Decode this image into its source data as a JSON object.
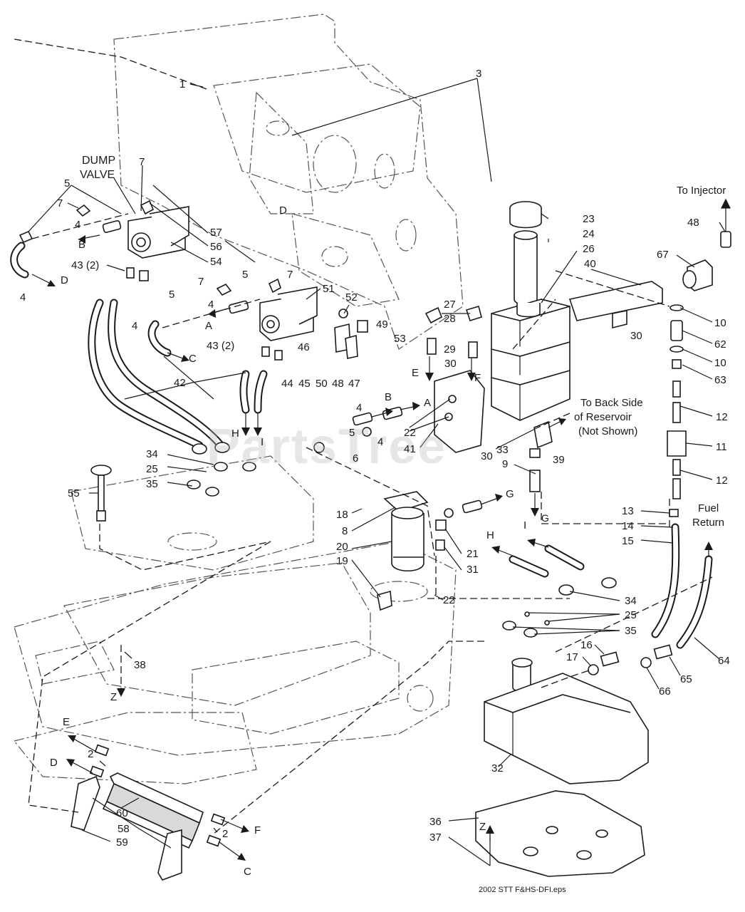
{
  "title_labels": {
    "dump_valve_line1": "DUMP",
    "dump_valve_line2": "VALVE",
    "to_injector": "To Injector",
    "back_side_line1": "To Back Side",
    "back_side_line2": "of Reservoir",
    "back_side_line3": "(Not Shown)",
    "fuel_return_line1": "Fuel",
    "fuel_return_line2": "Return"
  },
  "part_numbers": [
    "1",
    "2",
    "3",
    "4",
    "5",
    "6",
    "7",
    "8",
    "9",
    "10",
    "11",
    "12",
    "13",
    "14",
    "15",
    "16",
    "17",
    "18",
    "19",
    "20",
    "21",
    "22",
    "23",
    "24",
    "25",
    "26",
    "27",
    "28",
    "29",
    "30",
    "31",
    "32",
    "33",
    "34",
    "35",
    "36",
    "37",
    "38",
    "39",
    "40",
    "41",
    "42",
    "43 (2)",
    "44",
    "45",
    "46",
    "47",
    "48",
    "49",
    "50",
    "51",
    "52",
    "53",
    "54",
    "55",
    "56",
    "57",
    "58",
    "59",
    "60",
    "62",
    "63",
    "64",
    "65",
    "66",
    "67"
  ],
  "callouts": {
    "p1": "1",
    "p3": "3",
    "p5a": "5",
    "p7a": "7",
    "p7b": "7",
    "p4a": "4",
    "pB1": "B",
    "p43a": "43 (2)",
    "p4b": "4",
    "pD1": "D",
    "p54": "54",
    "p56": "56",
    "p57": "57",
    "pD2": "D",
    "p7c": "7",
    "p5b": "5",
    "p7d": "7",
    "p51": "51",
    "p4c": "4",
    "pA1": "A",
    "p5c": "5",
    "p4d": "4",
    "pC1": "C",
    "p43b": "43 (2)",
    "p52": "52",
    "p49": "49",
    "p46": "46",
    "p44": "44",
    "p45": "45",
    "p50": "50",
    "p48a": "48",
    "p47": "47",
    "p42": "42",
    "pH1": "H",
    "pI1": "I",
    "p34a": "34",
    "p25a": "25",
    "p35a": "35",
    "p55": "55",
    "p23": "23",
    "p24": "24",
    "p26": "26",
    "p40": "40",
    "p27": "27",
    "p28": "28",
    "p29": "29",
    "pE1": "E",
    "p30a": "30",
    "pF1": "F",
    "p53": "53",
    "p30b": "30",
    "p22a": "22",
    "p41": "41",
    "p30c": "30",
    "pB2": "B",
    "pA2": "A",
    "p4e": "4",
    "p5d": "5",
    "p6": "6",
    "p4f": "4",
    "p33": "33",
    "p9": "9",
    "pG1": "G",
    "pG2": "G",
    "p39": "39",
    "p18": "18",
    "p8": "8",
    "p20": "20",
    "p19": "19",
    "p21": "21",
    "p31": "31",
    "p22b": "22",
    "pH2": "H",
    "pI2": "I",
    "p34b": "34",
    "p25b": "25",
    "p35b": "35",
    "p38": "38",
    "pZ1": "Z",
    "p48b": "48",
    "p67": "67",
    "p10a": "10",
    "p62": "62",
    "p10b": "10",
    "p63": "63",
    "p12a": "12",
    "p11": "11",
    "p12b": "12",
    "p13": "13",
    "p14": "14",
    "p15": "15",
    "p16": "16",
    "p17": "17",
    "p65": "65",
    "p66": "66",
    "p64": "64",
    "p32": "32",
    "pE2": "E",
    "pD3": "D",
    "p2a": "2",
    "p60": "60",
    "p58": "58",
    "p59": "59",
    "p2b": "2",
    "pF2": "F",
    "pC2": "C",
    "p36": "36",
    "p37": "37",
    "pZ2": "Z"
  },
  "footer": "2002 STT F&HS-DFI.eps",
  "watermark": "PartsTree",
  "colors": {
    "ink": "#1a1a1a",
    "paper": "#ffffff",
    "watermark": "#b8b8b8"
  }
}
